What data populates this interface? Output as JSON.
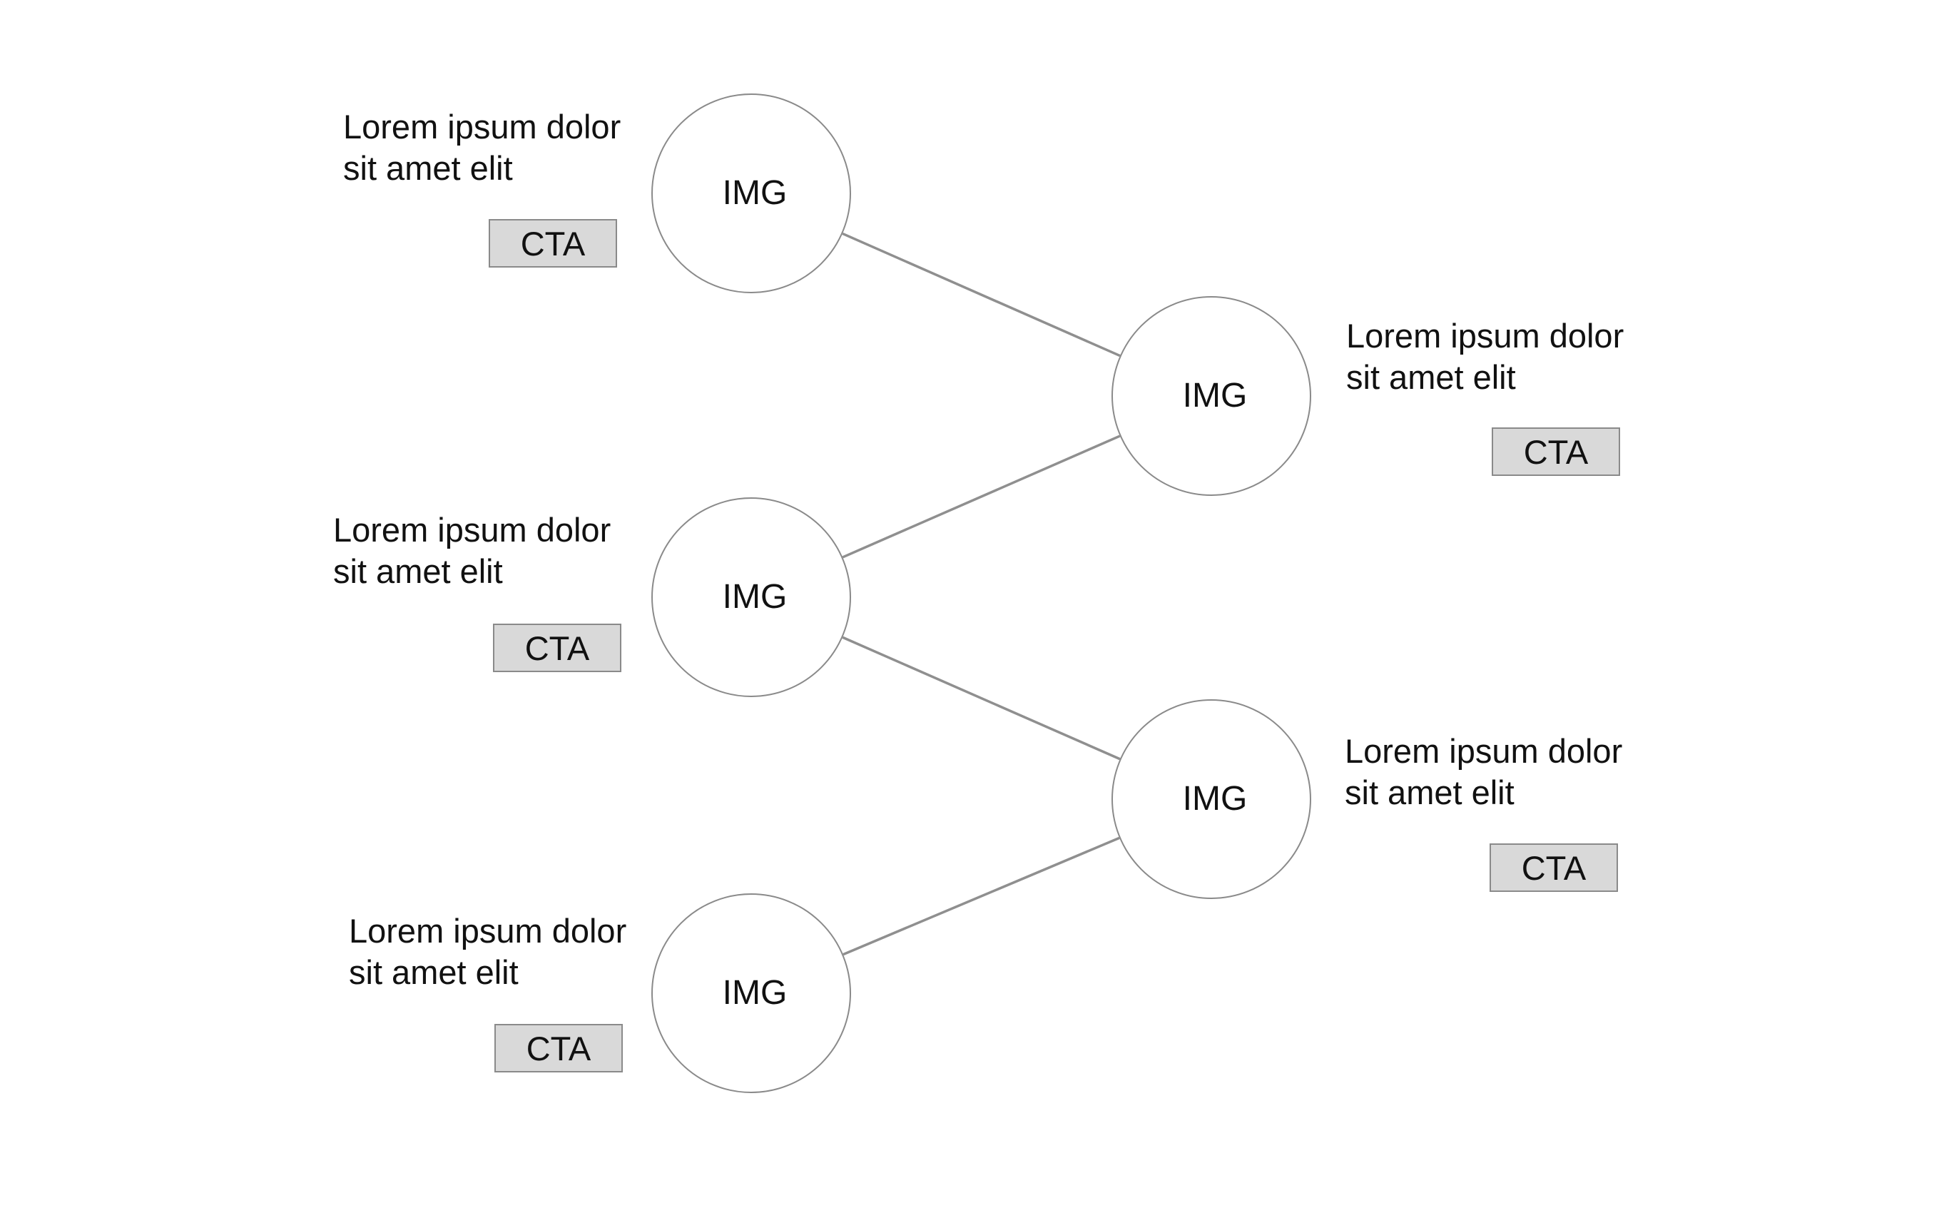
{
  "colors": {
    "background": "#ffffff",
    "outline": "#8a8a8a",
    "connector": "#8f8f8f",
    "button_fill": "#d9d9d9",
    "text": "#111111"
  },
  "nodes": [
    {
      "label": "IMG",
      "caption": "Lorem ipsum dolor\nsit amet elit",
      "cta": "CTA"
    },
    {
      "label": "IMG",
      "caption": "Lorem ipsum dolor\nsit amet elit",
      "cta": "CTA"
    },
    {
      "label": "IMG",
      "caption": "Lorem ipsum dolor\nsit amet elit",
      "cta": "CTA"
    },
    {
      "label": "IMG",
      "caption": "Lorem ipsum dolor\nsit amet elit",
      "cta": "CTA"
    },
    {
      "label": "IMG",
      "caption": "Lorem ipsum dolor\nsit amet elit",
      "cta": "CTA"
    }
  ],
  "edges": [
    {
      "from": 0,
      "to": 1
    },
    {
      "from": 1,
      "to": 2
    },
    {
      "from": 2,
      "to": 3
    },
    {
      "from": 3,
      "to": 4
    }
  ]
}
